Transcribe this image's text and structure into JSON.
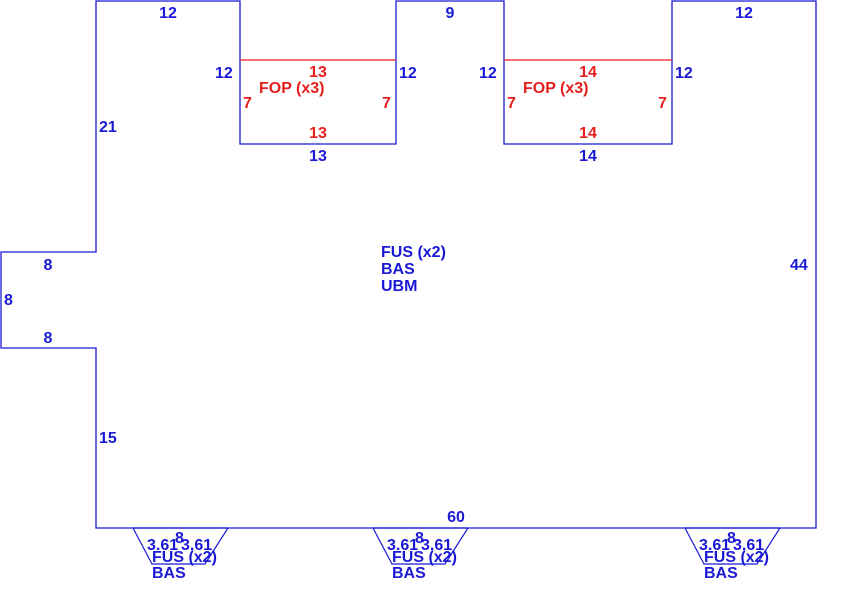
{
  "colors": {
    "outline": "#1a1ad6",
    "fop": "#e61e1e"
  },
  "main": {
    "dims": {
      "top_left": "12",
      "top_mid": "9",
      "top_right": "12",
      "left_upper": "21",
      "bump_top": "8",
      "bump_side": "8",
      "bump_bottom": "8",
      "left_lower": "15",
      "right": "44",
      "bottom": "60",
      "notch1_left": "12",
      "notch1_right": "12",
      "notch1_bottom": "13",
      "notch2_left": "12",
      "notch2_right": "12",
      "notch2_bottom": "14"
    },
    "labels": [
      "FUS (x2)",
      "BAS",
      "UBM"
    ]
  },
  "fop_areas": [
    {
      "label": "FOP (x3)",
      "top": "13",
      "bottom": "13",
      "left": "7",
      "right": "7"
    },
    {
      "label": "FOP (x3)",
      "top": "14",
      "bottom": "14",
      "left": "7",
      "right": "7"
    }
  ],
  "stairs": [
    {
      "left": "3.61",
      "mid": "8",
      "right": "3.61",
      "labels": [
        "FUS (x2)",
        "BAS"
      ]
    },
    {
      "left": "3.61",
      "mid": "8",
      "right": "3.61",
      "labels": [
        "FUS (x2)",
        "BAS"
      ]
    },
    {
      "left": "3.61",
      "mid": "8",
      "right": "3.61",
      "labels": [
        "FUS (x2)",
        "BAS"
      ]
    }
  ]
}
